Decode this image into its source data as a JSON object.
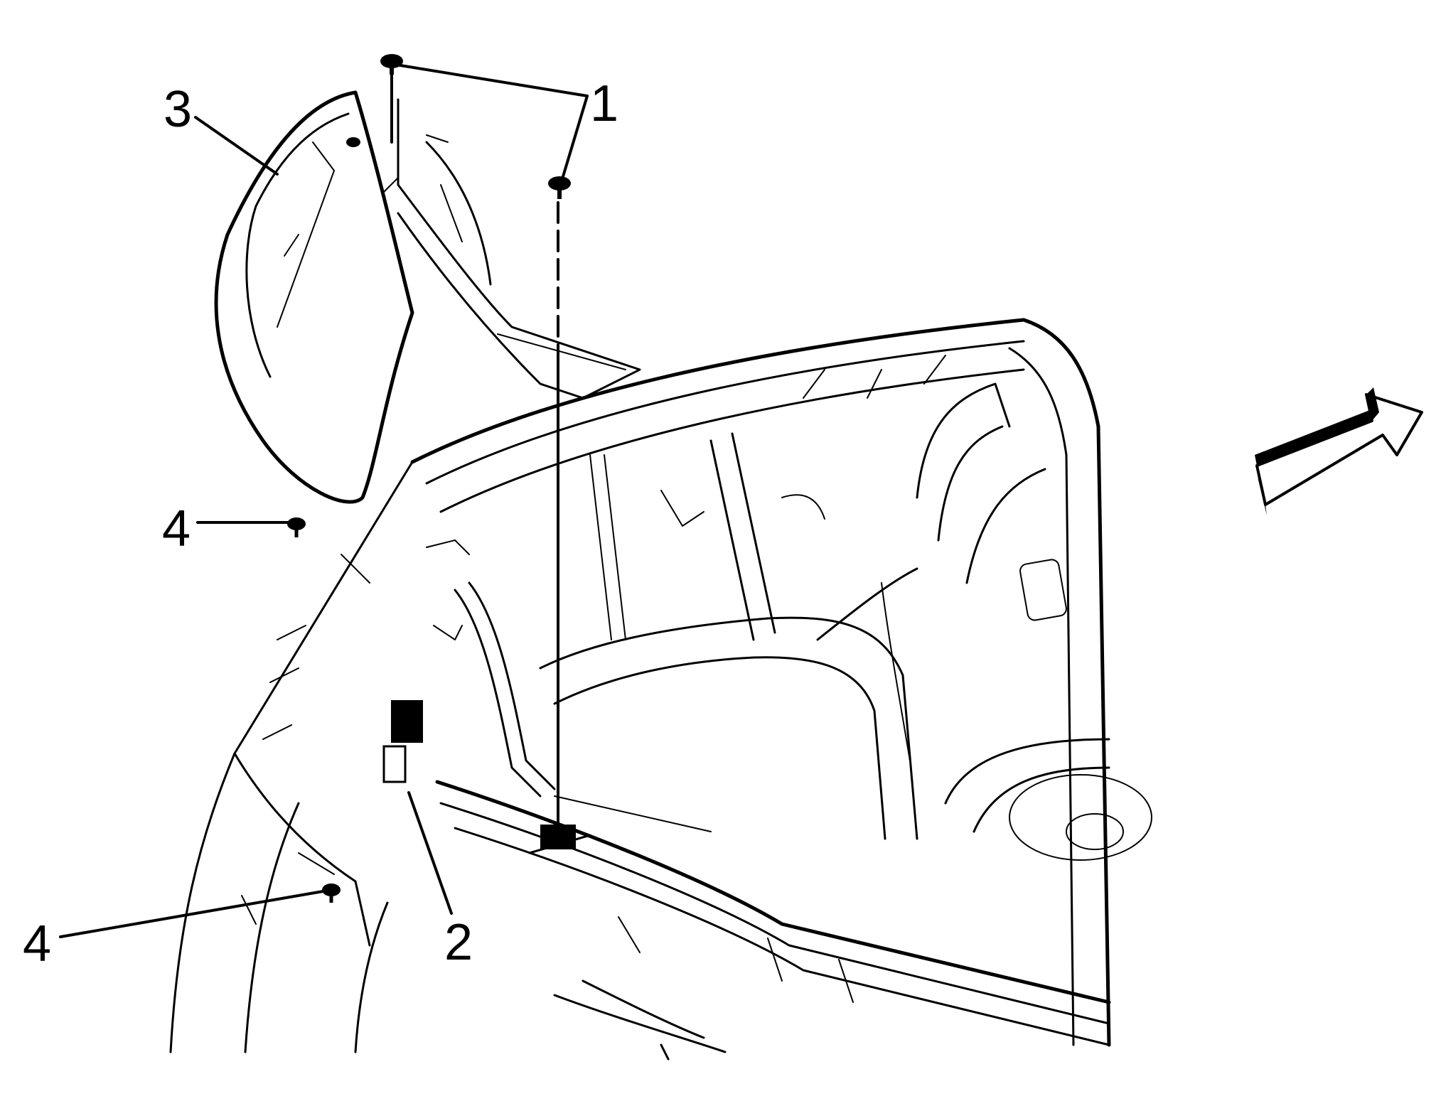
{
  "callouts": {
    "c1": "1",
    "c2": "2",
    "c3": "3",
    "c4_upper": "4",
    "c4_lower": "4"
  },
  "icons": {
    "direction_arrow": "front-direction-arrow-icon",
    "fastener": "push-pin-retainer-icon"
  },
  "colors": {
    "line": "#000000",
    "background": "#ffffff"
  }
}
